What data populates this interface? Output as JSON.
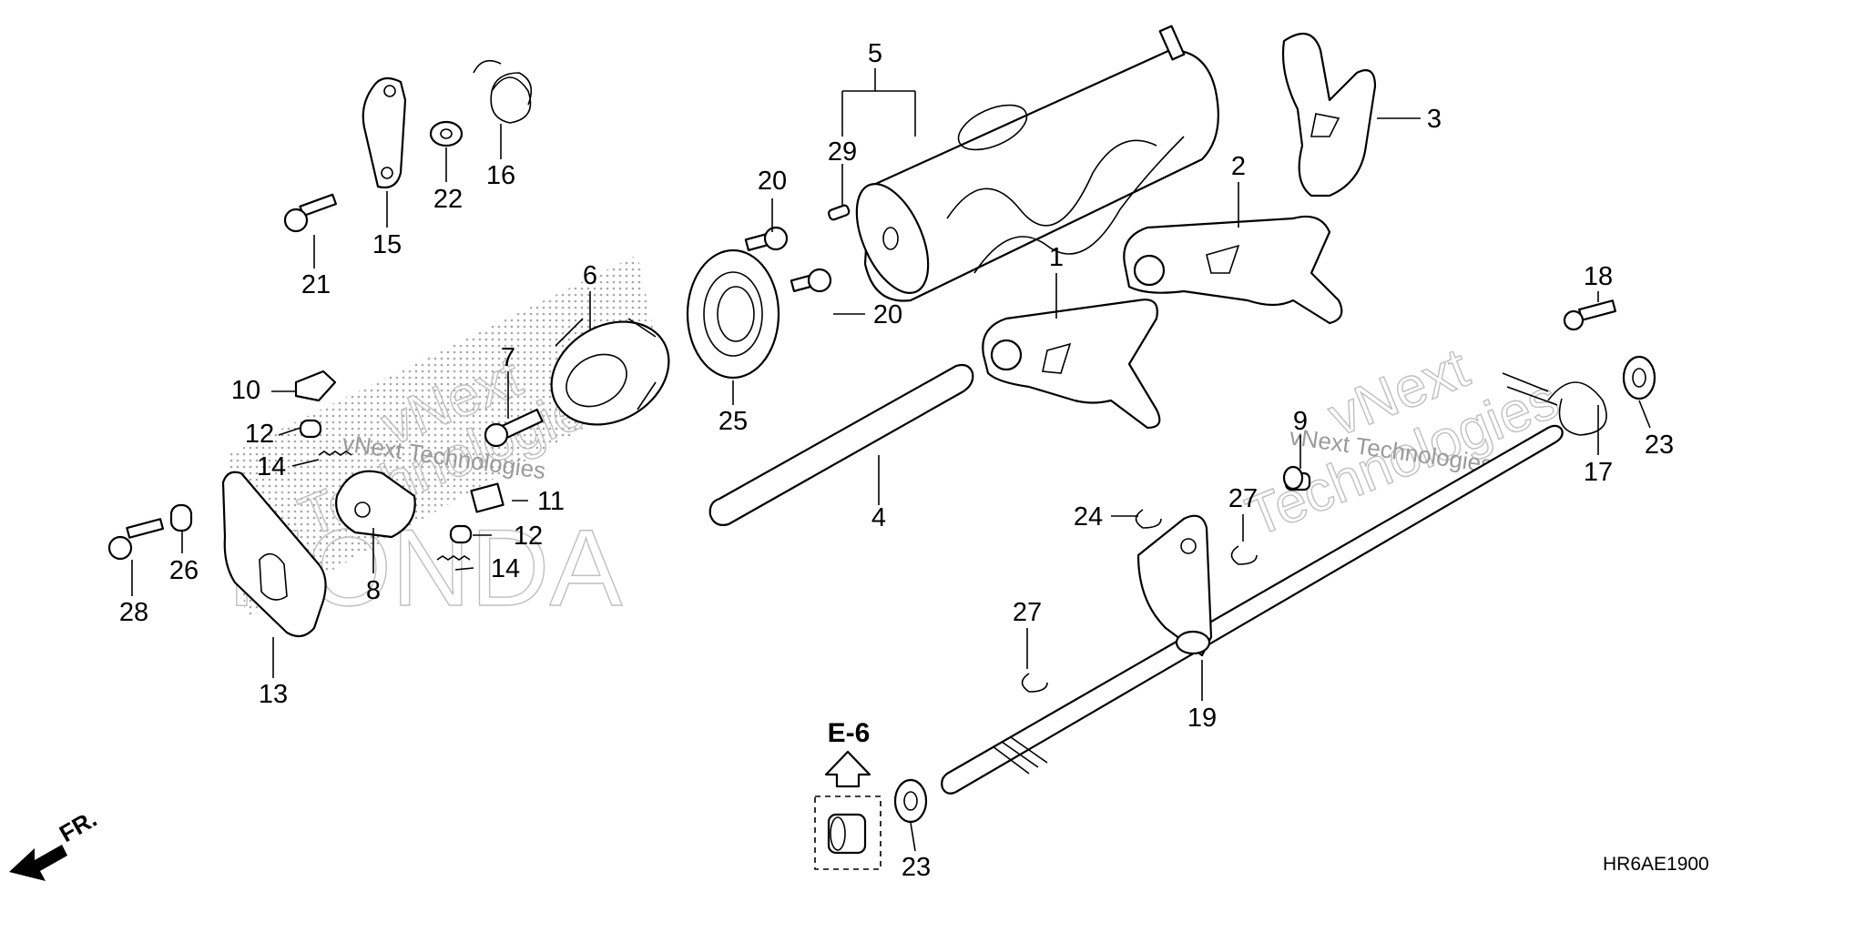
{
  "diagram": {
    "callouts": [
      {
        "id": "p1",
        "text": "1"
      },
      {
        "id": "p2",
        "text": "2"
      },
      {
        "id": "p3",
        "text": "3"
      },
      {
        "id": "p4",
        "text": "4"
      },
      {
        "id": "p5",
        "text": "5"
      },
      {
        "id": "p6",
        "text": "6"
      },
      {
        "id": "p7",
        "text": "7"
      },
      {
        "id": "p8",
        "text": "8"
      },
      {
        "id": "p9",
        "text": "9"
      },
      {
        "id": "p10",
        "text": "10"
      },
      {
        "id": "p11",
        "text": "11"
      },
      {
        "id": "p12a",
        "text": "12"
      },
      {
        "id": "p12b",
        "text": "12"
      },
      {
        "id": "p13",
        "text": "13"
      },
      {
        "id": "p14a",
        "text": "14"
      },
      {
        "id": "p14b",
        "text": "14"
      },
      {
        "id": "p15",
        "text": "15"
      },
      {
        "id": "p16",
        "text": "16"
      },
      {
        "id": "p17",
        "text": "17"
      },
      {
        "id": "p18",
        "text": "18"
      },
      {
        "id": "p19",
        "text": "19"
      },
      {
        "id": "p20a",
        "text": "20"
      },
      {
        "id": "p20b",
        "text": "20"
      },
      {
        "id": "p21",
        "text": "21"
      },
      {
        "id": "p22",
        "text": "22"
      },
      {
        "id": "p23a",
        "text": "23"
      },
      {
        "id": "p23b",
        "text": "23"
      },
      {
        "id": "p24",
        "text": "24"
      },
      {
        "id": "p25",
        "text": "25"
      },
      {
        "id": "p26",
        "text": "26"
      },
      {
        "id": "p27a",
        "text": "27"
      },
      {
        "id": "p27b",
        "text": "27"
      },
      {
        "id": "p28",
        "text": "28"
      },
      {
        "id": "p29",
        "text": "29"
      }
    ],
    "reference_label": "E-6",
    "front_label": "FR.",
    "diagram_code": "HR6AE1900"
  },
  "watermark": {
    "brand": "HONDA",
    "company_line1": "vNext",
    "company_line2": "Technologies",
    "company_full": "vNext Technologies"
  }
}
